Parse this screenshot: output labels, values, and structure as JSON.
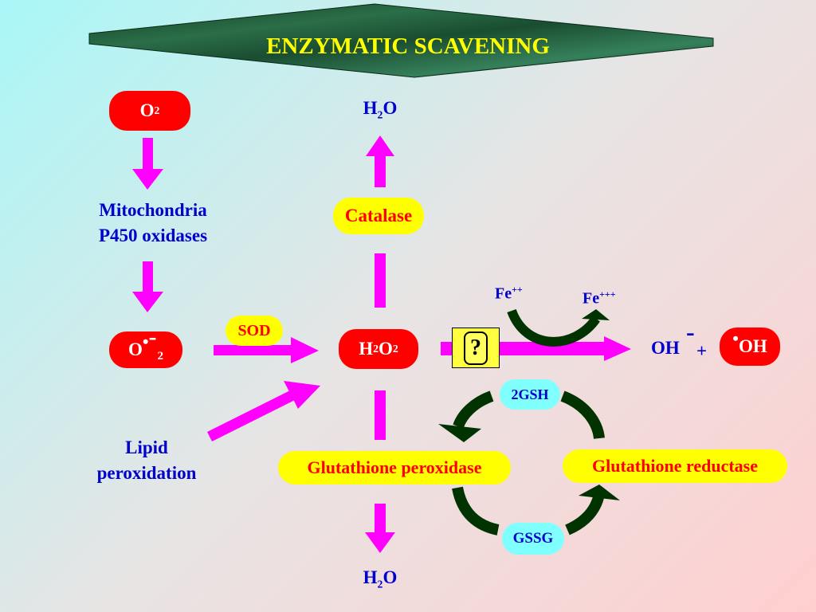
{
  "title": "ENZYMATIC SCAVENING",
  "nodes": {
    "o2": {
      "main": "O",
      "sub": "2"
    },
    "mito": {
      "line1": "Mitochondria",
      "line2": "P450 oxidases"
    },
    "superoxide": {
      "main": "O",
      "dot": "•",
      "charge": "-",
      "sub": "2"
    },
    "sod": "SOD",
    "h2o2": {
      "h": "H",
      "sub1": "2",
      "o": "O",
      "sub2": "2"
    },
    "catalase": "Catalase",
    "h2o_top": {
      "h": "H",
      "sub": "2",
      "o": "O"
    },
    "h2o_bottom": {
      "h": "H",
      "sub": "2",
      "o": "O"
    },
    "lipid": {
      "line1": "Lipid",
      "line2": "peroxidation"
    },
    "fe2": {
      "main": "Fe",
      "sup": "++"
    },
    "fe3": {
      "main": "Fe",
      "sup": "+++"
    },
    "unknown": "?",
    "hydroxide": {
      "main": "OH",
      "charge": "-"
    },
    "plus": "+",
    "hydroxyl_radical": {
      "dot": "•",
      "main": "OH"
    },
    "gsh": "2GSH",
    "gssg": "GSSG",
    "gpx": "Glutathione peroxidase",
    "gr": "Glutathione reductase"
  },
  "colors": {
    "arrow": "#ff00ff",
    "curved_arrow": "#003300",
    "banner": "#1f5a3a",
    "title_text": "#ffff00"
  }
}
